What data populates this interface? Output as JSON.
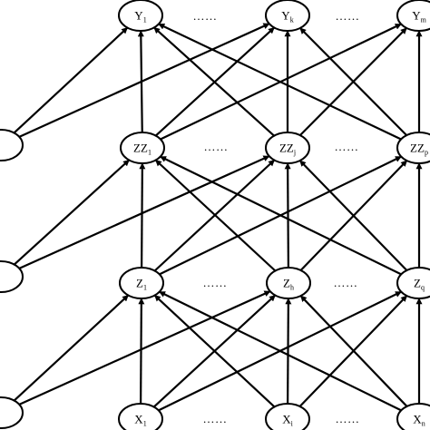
{
  "nodes": [
    {
      "id": "y1",
      "base": "Y",
      "sub": "1"
    },
    {
      "id": "yk",
      "base": "Y",
      "sub": "k"
    },
    {
      "id": "ym",
      "base": "Y",
      "sub": "m"
    },
    {
      "id": "zz1",
      "base": "ZZ",
      "sub": "1"
    },
    {
      "id": "zzj",
      "base": "ZZ",
      "sub": "j"
    },
    {
      "id": "zzp",
      "base": "ZZ",
      "sub": "p"
    },
    {
      "id": "z1",
      "base": "Z",
      "sub": "1"
    },
    {
      "id": "zh",
      "base": "Z",
      "sub": "h"
    },
    {
      "id": "zq",
      "base": "Z",
      "sub": "q"
    },
    {
      "id": "x1",
      "base": "X",
      "sub": "1"
    },
    {
      "id": "xi",
      "base": "X",
      "sub": "i"
    },
    {
      "id": "xn",
      "base": "X",
      "sub": "n"
    },
    {
      "id": "b1",
      "base": "",
      "sub": ""
    },
    {
      "id": "b2",
      "base": "",
      "sub": ""
    },
    {
      "id": "b3",
      "base": "",
      "sub": ""
    }
  ],
  "edges": [
    [
      "zz1",
      "y1"
    ],
    [
      "zz1",
      "yk"
    ],
    [
      "zz1",
      "ym"
    ],
    [
      "zzj",
      "y1"
    ],
    [
      "zzj",
      "yk"
    ],
    [
      "zzj",
      "ym"
    ],
    [
      "zzp",
      "y1"
    ],
    [
      "zzp",
      "yk"
    ],
    [
      "zzp",
      "ym"
    ],
    [
      "z1",
      "zz1"
    ],
    [
      "z1",
      "zzj"
    ],
    [
      "z1",
      "zzp"
    ],
    [
      "zh",
      "zz1"
    ],
    [
      "zh",
      "zzj"
    ],
    [
      "zh",
      "zzp"
    ],
    [
      "zq",
      "zz1"
    ],
    [
      "zq",
      "zzj"
    ],
    [
      "zq",
      "zzp"
    ],
    [
      "x1",
      "z1"
    ],
    [
      "x1",
      "zh"
    ],
    [
      "x1",
      "zq"
    ],
    [
      "xi",
      "z1"
    ],
    [
      "xi",
      "zh"
    ],
    [
      "xi",
      "zq"
    ],
    [
      "xn",
      "z1"
    ],
    [
      "xn",
      "zh"
    ],
    [
      "xn",
      "zq"
    ],
    [
      "b1",
      "y1"
    ],
    [
      "b1",
      "yk"
    ],
    [
      "b2",
      "zz1"
    ],
    [
      "b2",
      "zzj"
    ],
    [
      "b3",
      "z1"
    ],
    [
      "b3",
      "zh"
    ]
  ],
  "ellipsis_text": "……"
}
